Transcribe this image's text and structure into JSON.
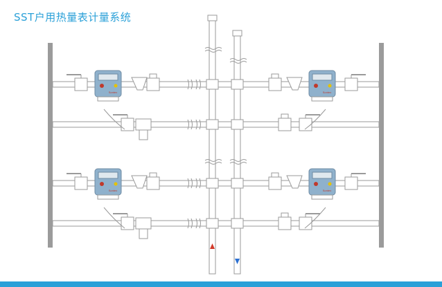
{
  "title": "SST户用热量表计量系统",
  "meter": {
    "brand": "Sontex",
    "body_color": "#8fb1cc",
    "screen_color": "#dfe8ee"
  },
  "colors": {
    "accent": "#2aa0d8",
    "pipe_stroke": "#9a9a9a",
    "wall": "#9b9b9b",
    "supply_arrow": "#d23a2a",
    "return_arrow": "#2a6fd2"
  },
  "riser": {
    "supply_direction": "up",
    "return_direction": "down"
  }
}
